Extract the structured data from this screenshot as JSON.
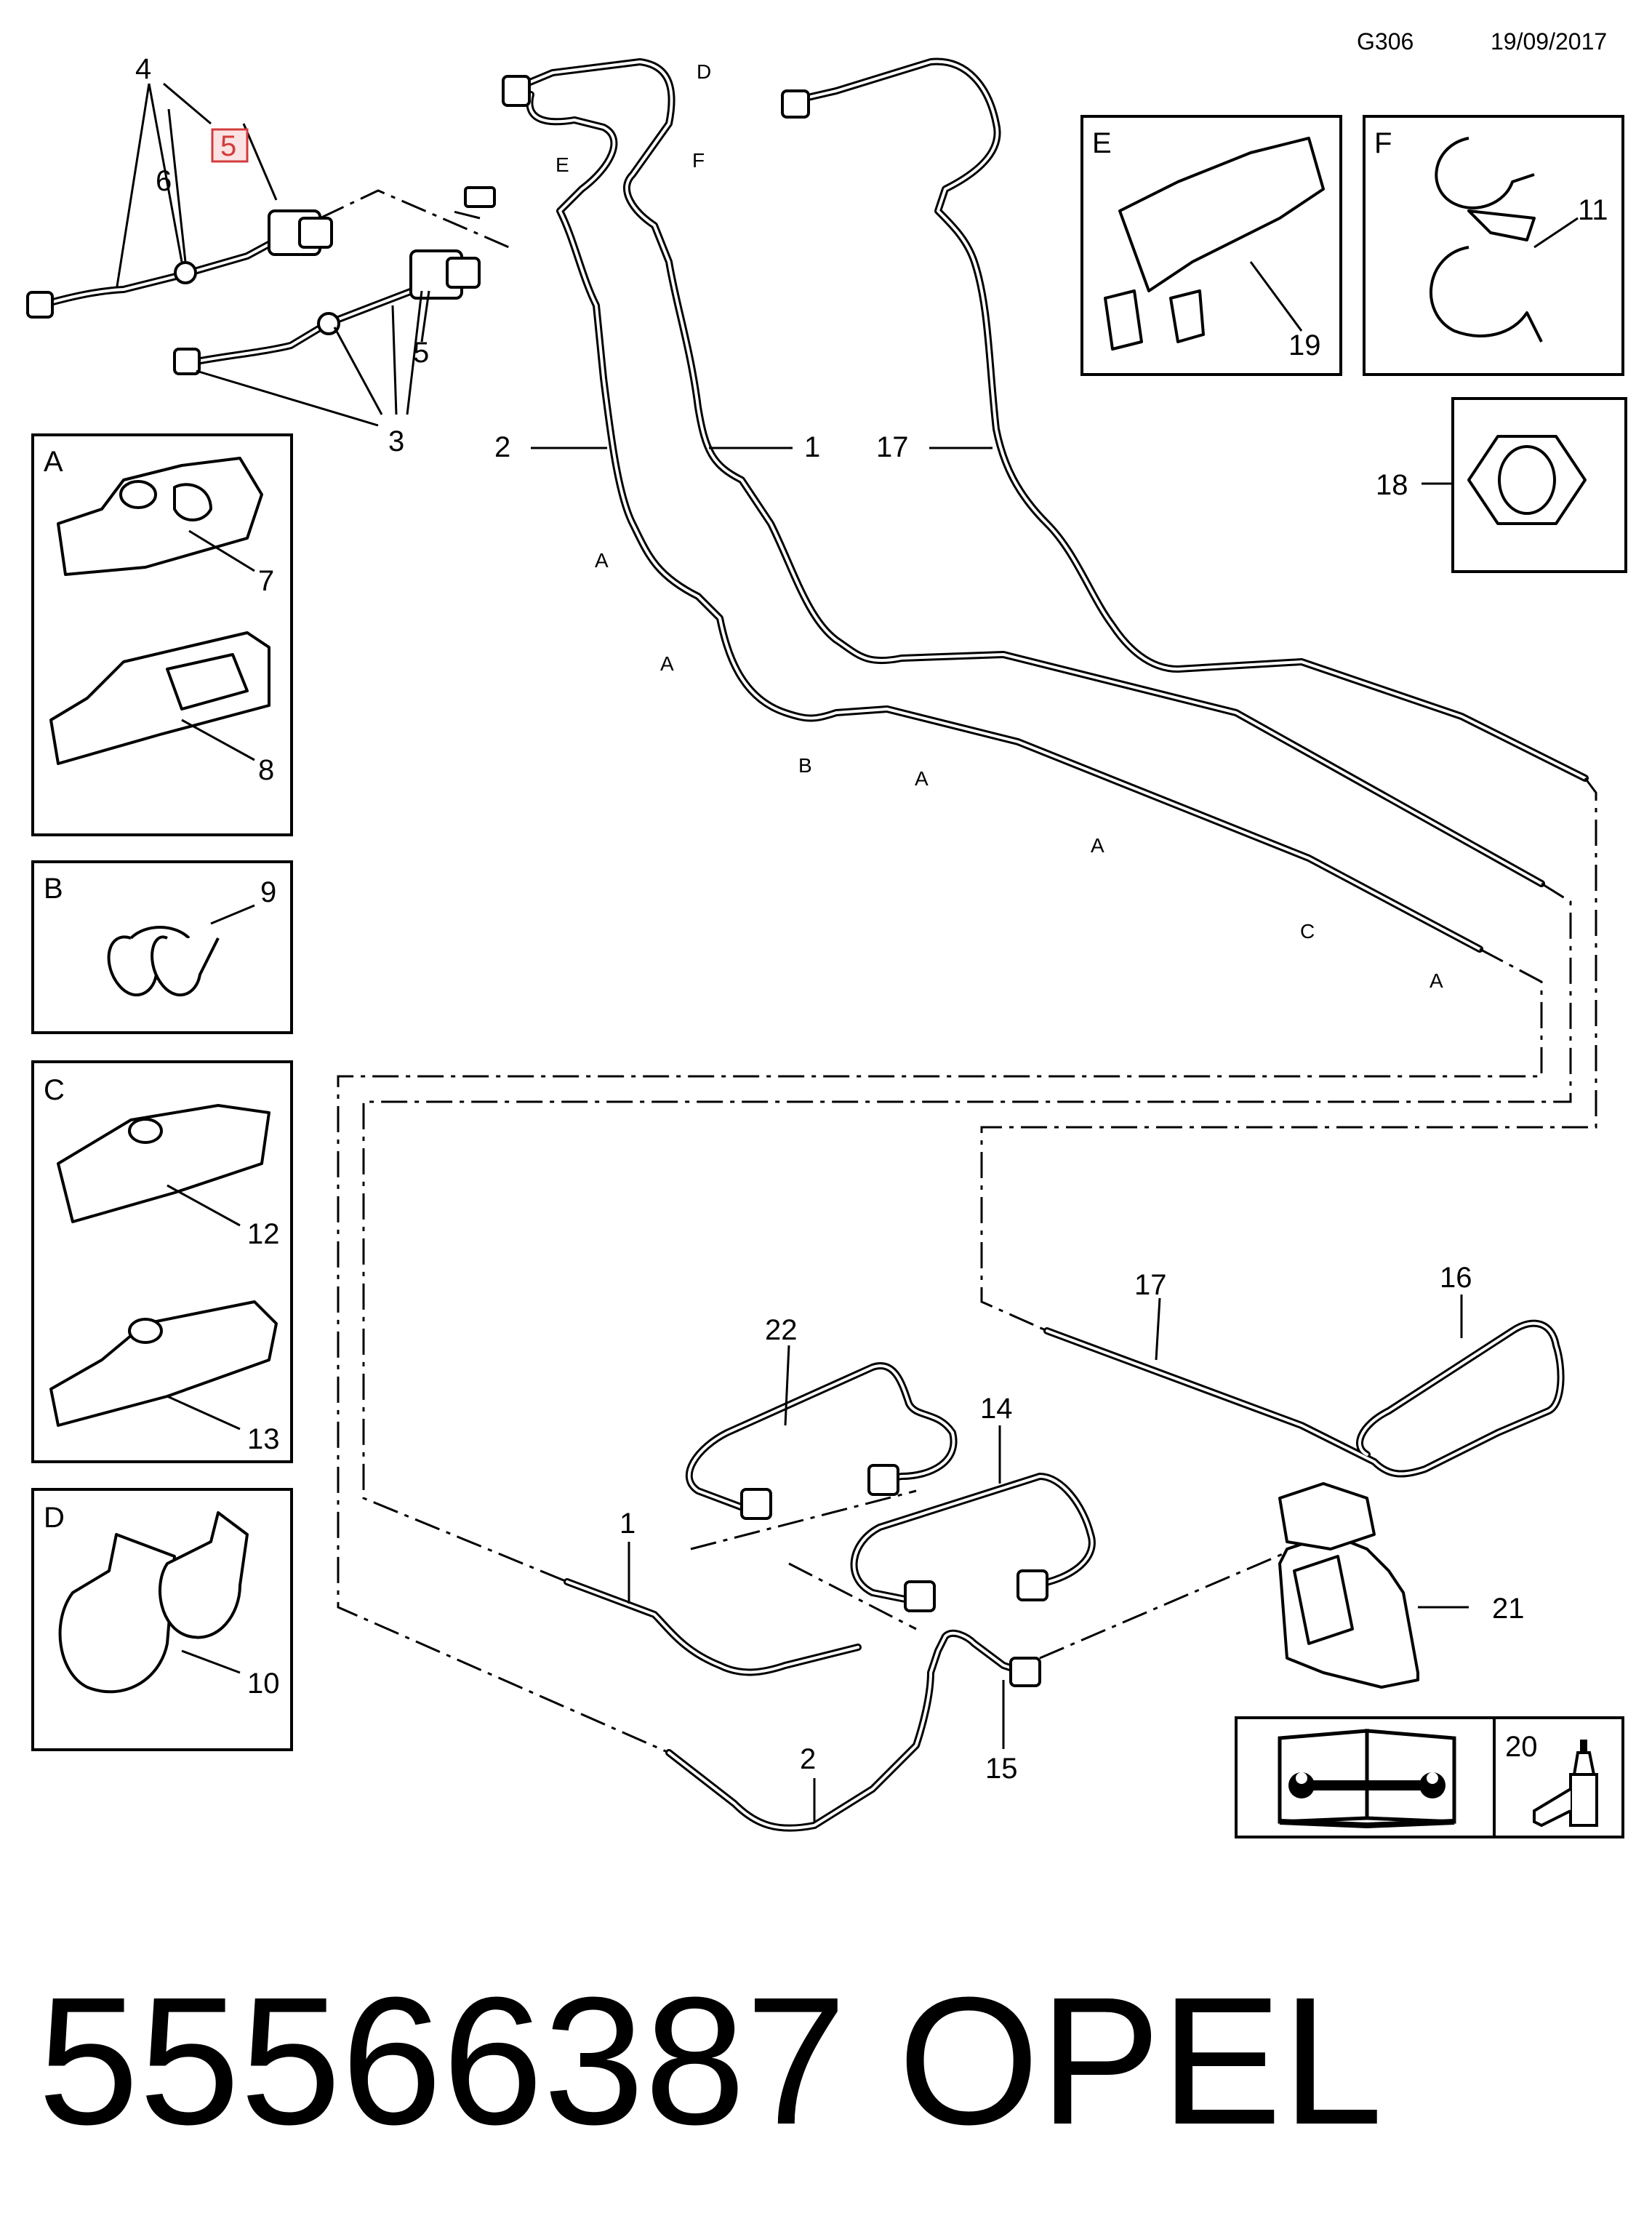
{
  "header": {
    "code": "G306",
    "date": "19/09/2017"
  },
  "footer": {
    "part_number": "55566387",
    "brand": "OPEL"
  },
  "highlight": {
    "label": "5",
    "color": "#d23c3c"
  },
  "callouts": {
    "c4": "4",
    "c5a": "5",
    "c6": "6",
    "c5b": "5",
    "c3": "3",
    "c2a": "2",
    "c1a": "1",
    "c17a": "17",
    "c7": "7",
    "c8": "8",
    "c9": "9",
    "c11": "11",
    "c12": "12",
    "c13": "13",
    "c10": "10",
    "c18": "18",
    "c19": "19",
    "c22": "22",
    "c14": "14",
    "c17b": "17",
    "c16": "16",
    "c1b": "1",
    "c21": "21",
    "c2b": "2",
    "c15": "15",
    "c20": "20"
  },
  "zones": {
    "D": "D",
    "E": "E",
    "F": "F",
    "A1": "A",
    "A2": "A",
    "B": "B",
    "A3": "A",
    "A4": "A",
    "C": "C",
    "A5": "A"
  },
  "panels": {
    "A": "A",
    "B": "B",
    "C": "C",
    "D": "D",
    "E": "E",
    "F": "F"
  }
}
